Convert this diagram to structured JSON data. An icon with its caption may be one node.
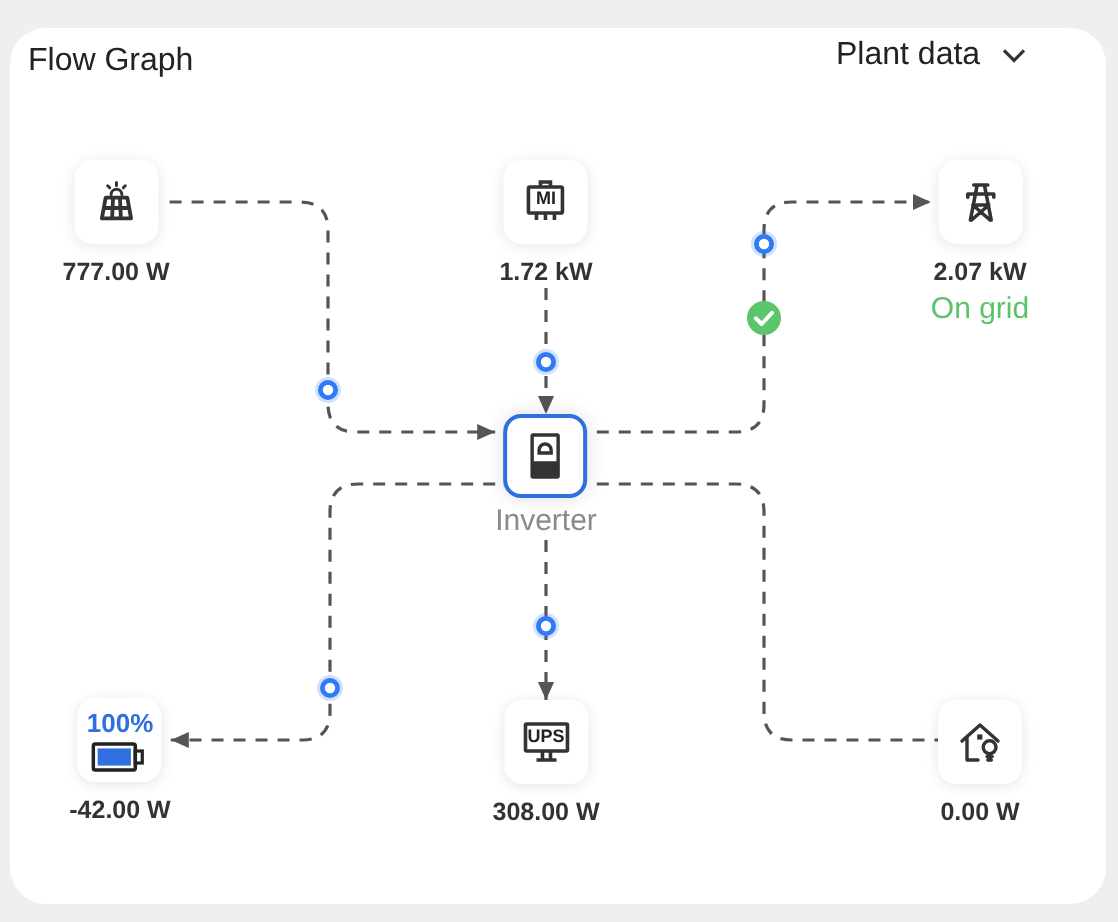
{
  "diagram": {
    "title": "Flow Graph",
    "nodes": [
      {
        "text": [
          "777.00 W"
        ]
      },
      {
        "text": [
          "MI",
          "1.72 kW"
        ]
      },
      {
        "text": [
          "2.07 kW",
          "On grid"
        ]
      },
      {
        "text": [
          "Inverter"
        ]
      },
      {
        "text": [
          "100%",
          "-42.00 W"
        ]
      },
      {
        "text": [
          "UPS",
          "308.00 W"
        ]
      },
      {
        "text": [
          "0.00 W"
        ]
      }
    ],
    "edges": [
      {
        "from": 0,
        "to": 3,
        "arrow": "to",
        "style": "dashed"
      },
      {
        "from": 1,
        "to": 3,
        "arrow": "to",
        "style": "dashed"
      },
      {
        "from": 3,
        "to": 2,
        "arrow": "to",
        "style": "dashed"
      },
      {
        "from": 3,
        "to": 4,
        "arrow": "to",
        "style": "dashed"
      },
      {
        "from": 3,
        "to": 5,
        "arrow": "to",
        "style": "dashed"
      },
      {
        "from": 3,
        "to": 6,
        "arrow": "none",
        "style": "dashed"
      }
    ],
    "labels": [
      "Plant data"
    ]
  }
}
